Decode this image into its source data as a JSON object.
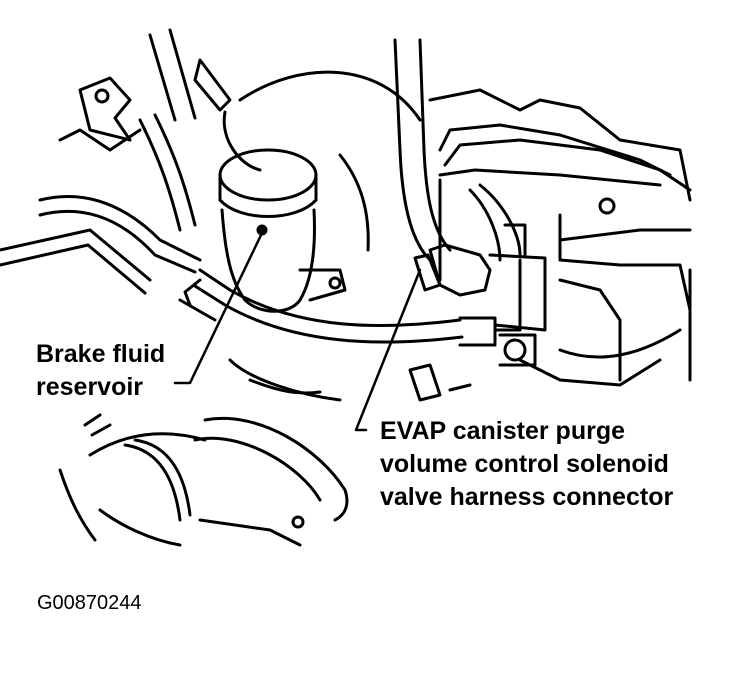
{
  "labels": {
    "brake_fluid_reservoir": [
      "Brake fluid",
      "reservoir"
    ],
    "evap_connector": [
      "EVAP canister purge",
      "volume control solenoid",
      "valve harness connector"
    ]
  },
  "figure_code": "G00870244",
  "colors": {
    "ink": "#000000",
    "paper": "#ffffff"
  }
}
